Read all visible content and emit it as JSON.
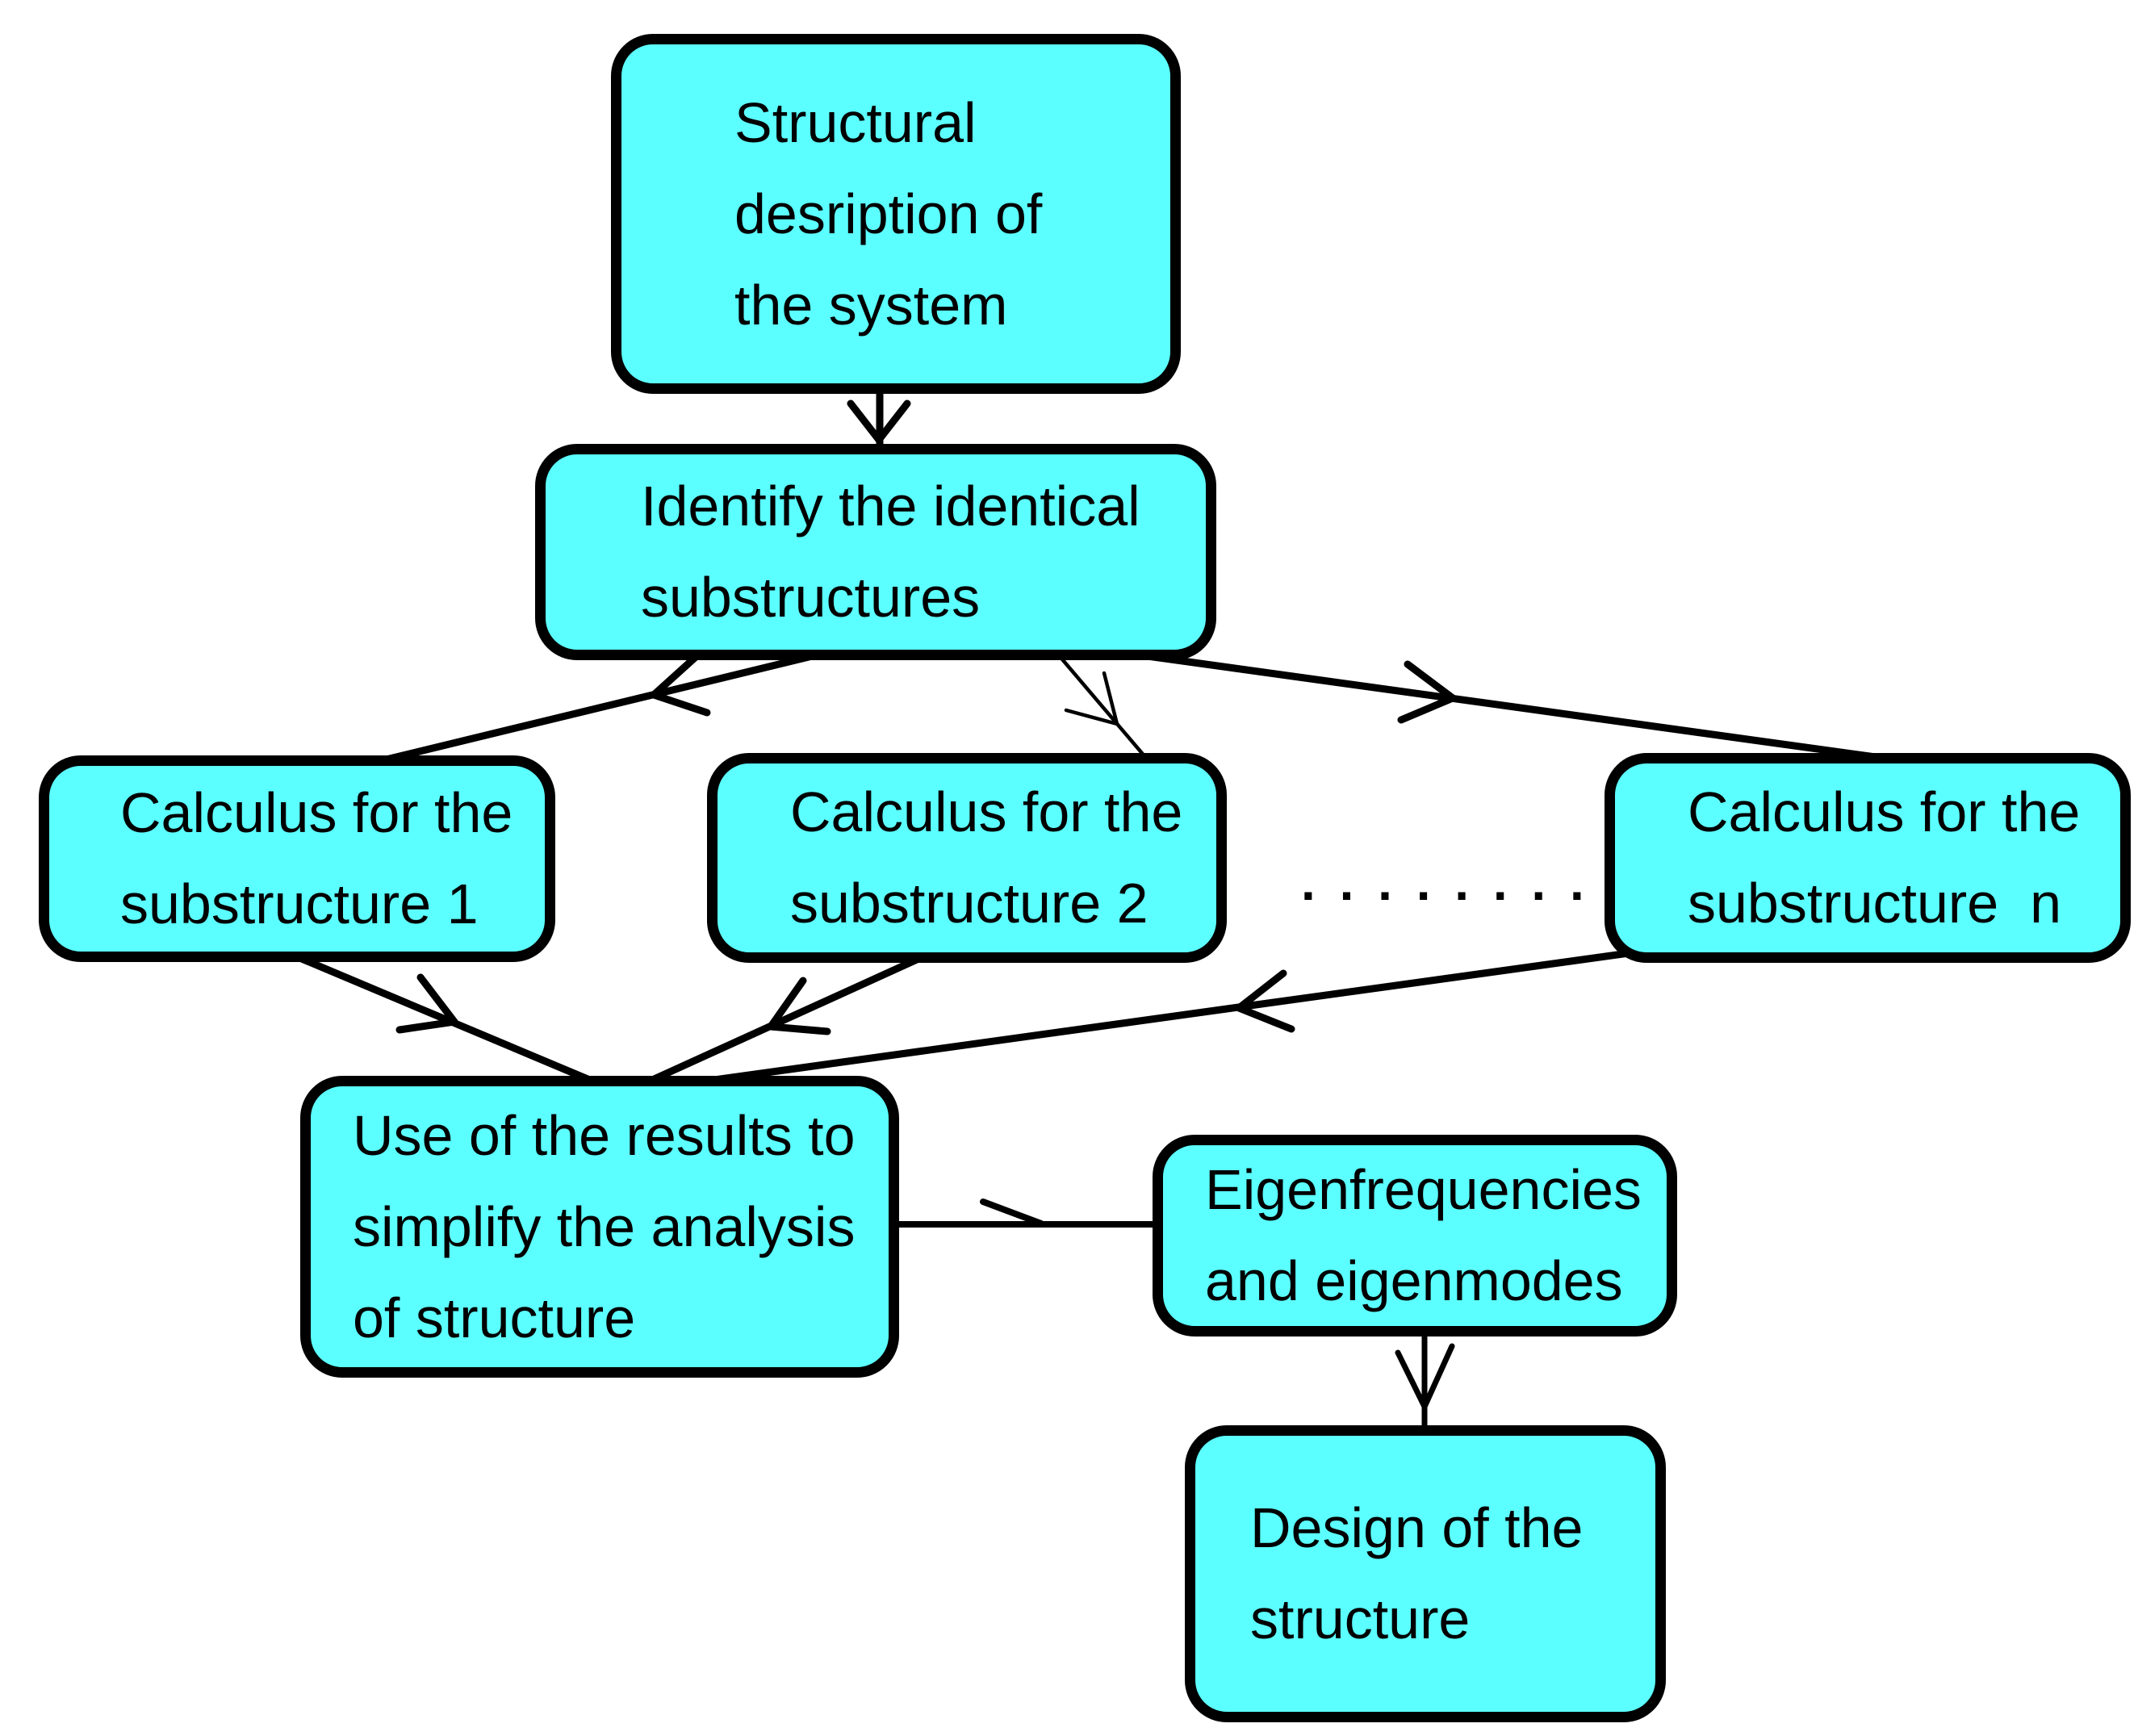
{
  "diagram": {
    "background": "#ffffff",
    "node_fill": "#5cffff",
    "node_border_color": "#000000",
    "text_color": "#000000",
    "nodes": {
      "structural_description": {
        "label": "Structural\ndesription of\nthe system"
      },
      "identify_substructures": {
        "label": "Identify the identical\nsubstructures"
      },
      "calculus_substructure_1": {
        "label": "Calculus for the\nsubstructure 1"
      },
      "calculus_substructure_2": {
        "label": "Calculus for the\nsubstructure 2"
      },
      "calculus_substructure_n": {
        "label": "Calculus for the\nsubstructure  n"
      },
      "use_results": {
        "label": "Use of the results to\nsimplify the analysis\nof structure"
      },
      "eigenfrequencies": {
        "label": "Eigenfrequencies\nand eigenmodes"
      },
      "design_structure": {
        "label": "Design of the\nstructure"
      }
    },
    "separator_dots": ". . . . . . . .",
    "edges": [
      {
        "from": "structural_description",
        "to": "identify_substructures"
      },
      {
        "from": "identify_substructures",
        "to": "calculus_substructure_1"
      },
      {
        "from": "identify_substructures",
        "to": "calculus_substructure_2"
      },
      {
        "from": "identify_substructures",
        "to": "calculus_substructure_n"
      },
      {
        "from": "calculus_substructure_1",
        "to": "use_results"
      },
      {
        "from": "calculus_substructure_2",
        "to": "use_results"
      },
      {
        "from": "calculus_substructure_n",
        "to": "use_results"
      },
      {
        "from": "use_results",
        "to": "eigenfrequencies"
      },
      {
        "from": "eigenfrequencies",
        "to": "design_structure"
      }
    ]
  }
}
